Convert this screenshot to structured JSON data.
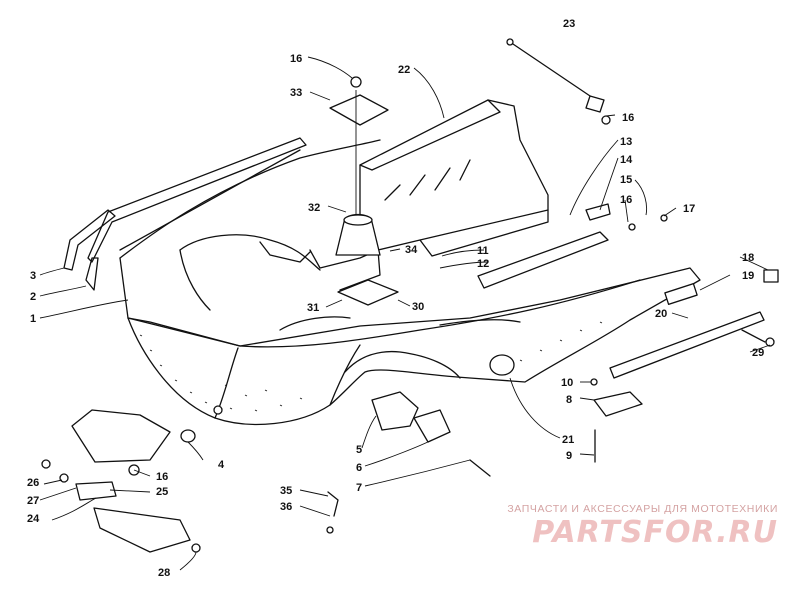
{
  "callouts": {
    "c1": "1",
    "c2": "2",
    "c3": "3",
    "c4": "4",
    "c5": "5",
    "c6": "6",
    "c7": "7",
    "c8": "8",
    "c9": "9",
    "c10": "10",
    "c11": "11",
    "c12": "12",
    "c13": "13",
    "c14": "14",
    "c15": "15",
    "c16a": "16",
    "c16b": "16",
    "c16c": "16",
    "c16d": "16",
    "c17": "17",
    "c18": "18",
    "c19": "19",
    "c20": "20",
    "c21": "21",
    "c22": "22",
    "c23": "23",
    "c24": "24",
    "c25": "25",
    "c26": "26",
    "c27": "27",
    "c28": "28",
    "c29": "29",
    "c30": "30",
    "c31": "31",
    "c32": "32",
    "c33": "33",
    "c34": "34",
    "c35": "35",
    "c36": "36"
  },
  "watermark": {
    "tagline": "ЗАПЧАСТИ И АКСЕССУАРЫ ДЛЯ МОТОТЕХНИКИ",
    "logo": "PARTSFOR.RU",
    "color": "#efc1c1"
  }
}
